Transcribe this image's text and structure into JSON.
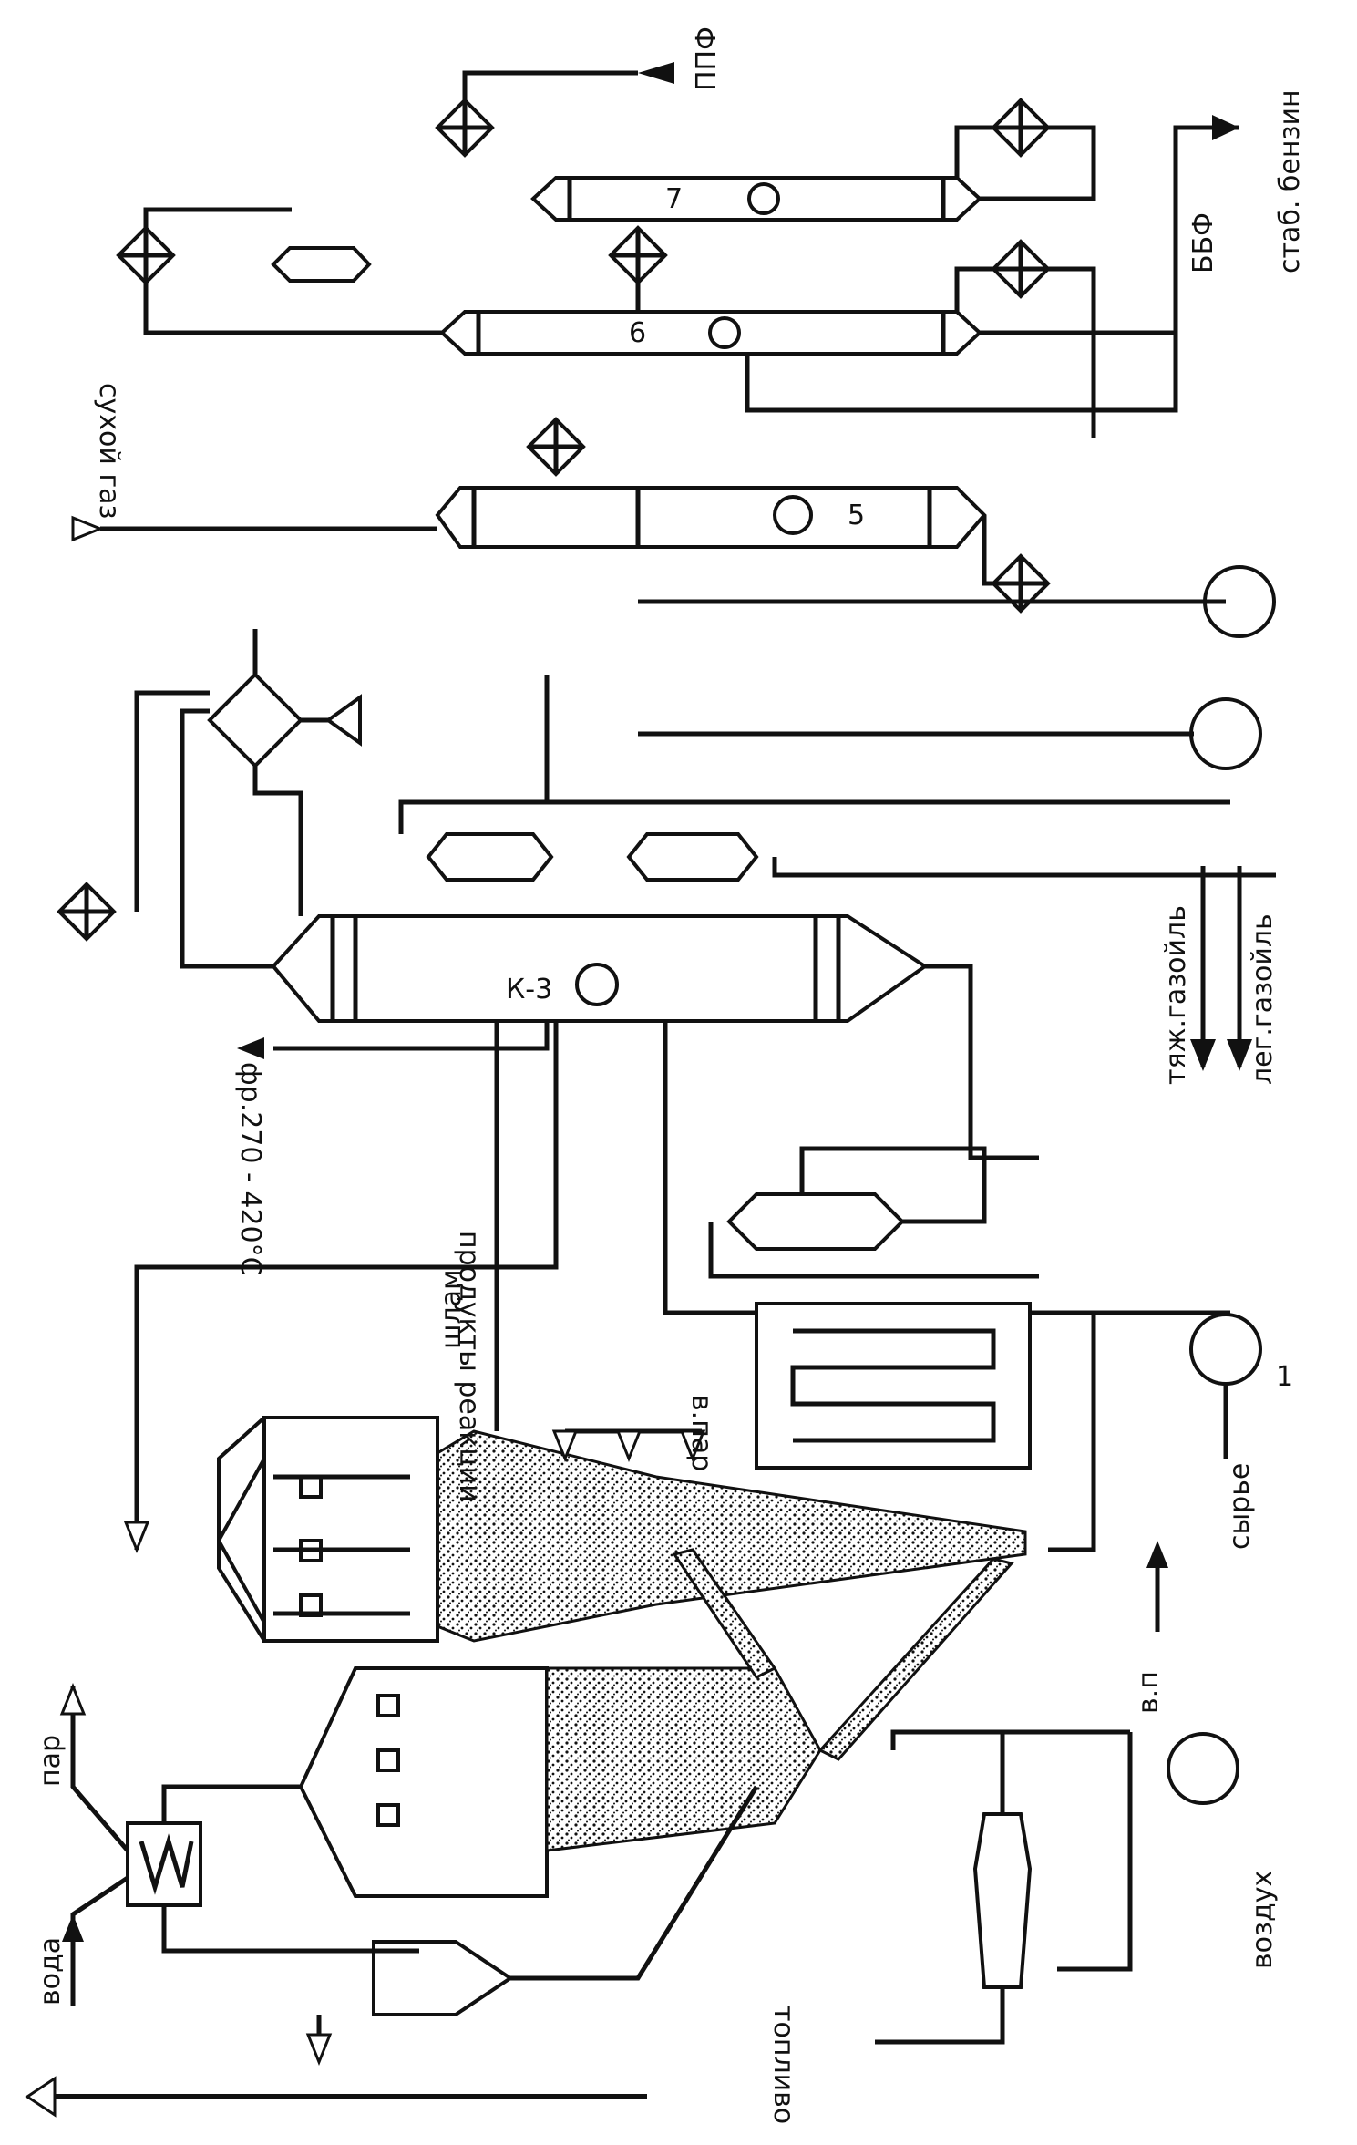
{
  "streams": {
    "stab_gasoline": "стаб. бензин",
    "bbf": "ББФ",
    "ppf": "ППФ",
    "dry_gas": "сухой газ",
    "heavy_gasoil": "тяж.газойль",
    "light_gasoil": "лег.газойль",
    "fraction": "фр.270 - 420°С",
    "reaction_products": "продукты реакции",
    "sludge": "шлам",
    "steam_in": "в.пар",
    "feed": "сырье",
    "water_steam": "в.п",
    "air": "воздух",
    "fuel": "топливо",
    "water": "вода",
    "steam": "пар"
  },
  "equipment": {
    "main_column": "К-3",
    "col3_mark": "3",
    "col5_mark": "5",
    "col6_mark": "6",
    "col7_mark": "7",
    "pump1_mark": "1"
  }
}
